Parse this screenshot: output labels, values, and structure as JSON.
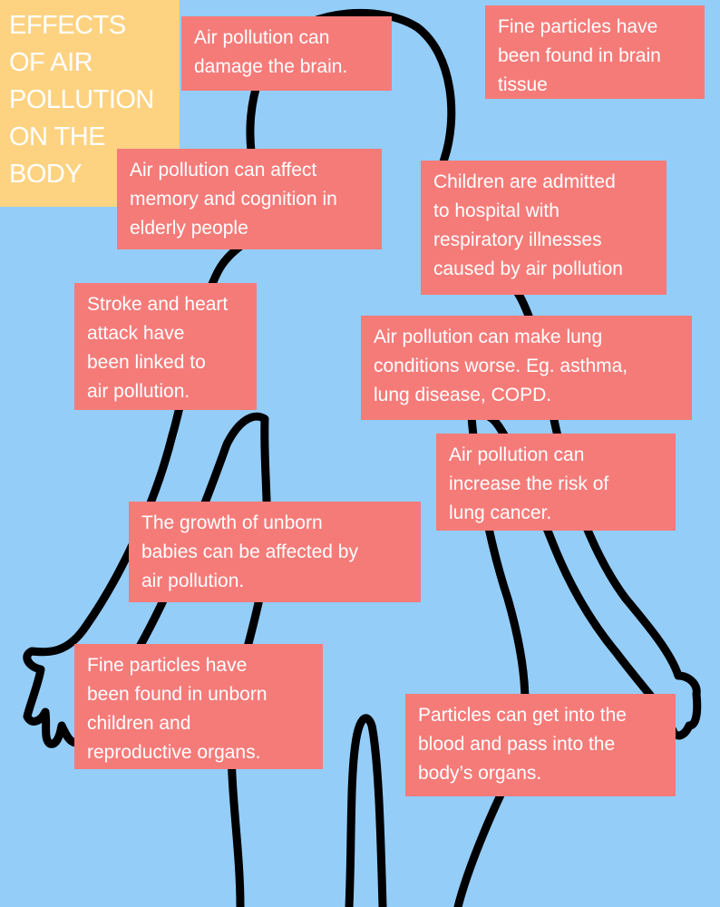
{
  "title": {
    "lines": [
      "EFFECTS",
      "OF AIR",
      "POLLUTION",
      "ON THE",
      "BODY"
    ]
  },
  "colors": {
    "background": "#94cdf8",
    "title_box": "#fdd382",
    "fact_box": "#f57b79",
    "text": "#ffffff",
    "outline": "#000000"
  },
  "icons": [
    "human-body-silhouette"
  ],
  "facts": [
    {
      "id": "brain-damage",
      "lines": [
        "Air pollution can",
        "damage the brain."
      ]
    },
    {
      "id": "brain-tissue",
      "lines": [
        "Fine particles have",
        "been found in brain",
        "tissue"
      ]
    },
    {
      "id": "memory-cognition",
      "lines": [
        "Air pollution can affect",
        "memory and cognition in",
        "elderly people"
      ]
    },
    {
      "id": "children-hospital",
      "lines": [
        "Children are admitted",
        "to hospital with",
        "respiratory illnesses",
        "caused by air pollution"
      ]
    },
    {
      "id": "stroke-heart",
      "lines": [
        "Stroke and heart",
        "attack have",
        "been linked to",
        "air pollution."
      ]
    },
    {
      "id": "lung-conditions",
      "lines": [
        "Air pollution can make lung",
        "conditions worse. Eg. asthma,",
        "lung disease, COPD."
      ]
    },
    {
      "id": "lung-cancer",
      "lines": [
        "Air pollution can",
        "increase the risk of",
        "lung cancer."
      ]
    },
    {
      "id": "unborn-growth",
      "lines": [
        "The growth of unborn",
        "babies can be affected by",
        "air pollution."
      ]
    },
    {
      "id": "unborn-particles",
      "lines": [
        "Fine particles have",
        "been found in unborn",
        "children and",
        "reproductive organs."
      ]
    },
    {
      "id": "blood-organs",
      "lines": [
        "Particles can get into the",
        "blood and pass into the",
        "body’s organs."
      ]
    }
  ]
}
